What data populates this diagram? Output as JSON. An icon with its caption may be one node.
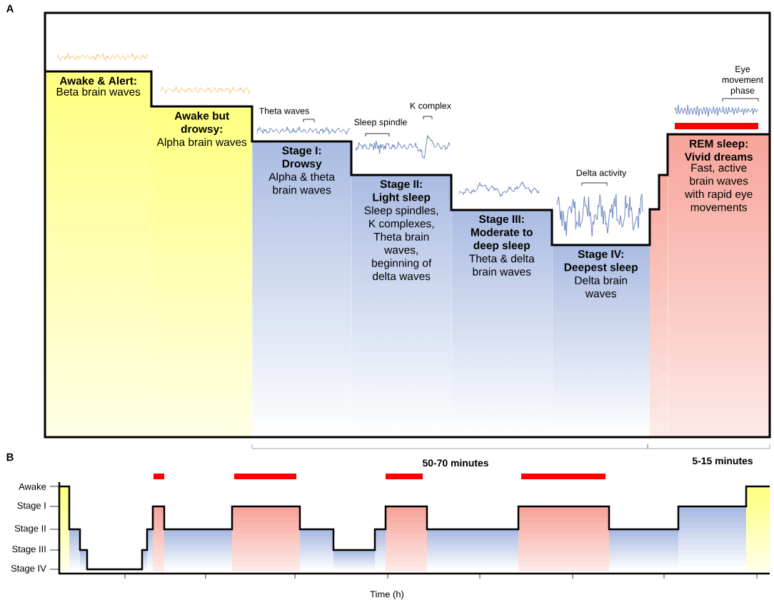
{
  "diagram": {
    "nodes": [
      {
        "text": [
          "Awake & Alert:",
          "Beta brain waves"
        ]
      },
      {
        "text": [
          "Awake but drowsy:",
          "Alpha brain waves"
        ]
      },
      {
        "text": [
          "Stage I: Drowsy",
          "Alpha & theta brain waves"
        ]
      },
      {
        "text": [
          "Stage II: Light sleep",
          "Sleep spindles, K complexes, Theta brain waves, beginning of delta waves"
        ]
      },
      {
        "text": [
          "Stage III: Moderate to deep sleep",
          "Theta & delta brain waves"
        ]
      },
      {
        "text": [
          "Stage IV: Deepest sleep",
          "Delta brain waves"
        ]
      },
      {
        "text": [
          "REM sleep: Vivid dreams",
          "Fast, active brain waves with rapid eye movements"
        ]
      }
    ],
    "labels": [
      "A",
      "Theta waves",
      "Sleep spindle",
      "K complex",
      "Eye movement phase",
      "Delta activity",
      "50-70 minutes",
      "5-15 minutes",
      "B",
      "Awake",
      "Stage I",
      "Stage II",
      "Stage III",
      "Stage IV",
      "Time (h)"
    ]
  }
}
